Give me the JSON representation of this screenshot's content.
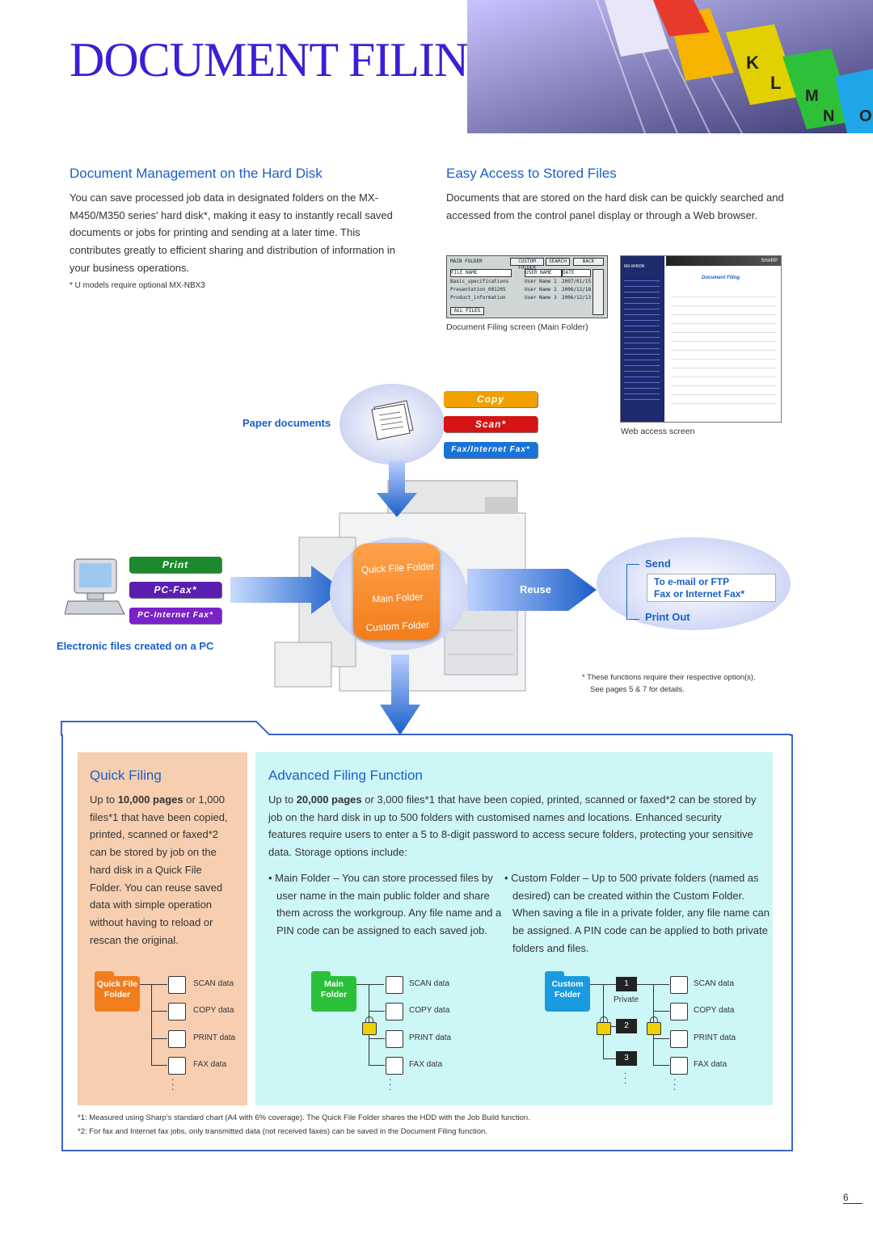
{
  "page_title": "DOCUMENT FILING",
  "banner_letters": [
    "K",
    "L",
    "M",
    "N",
    "O"
  ],
  "section_left": {
    "heading": "Document Management on the Hard Disk",
    "paragraph": "You can save processed job data in designated folders on the MX-M450/M350 series' hard disk*, making it easy to instantly recall saved documents or jobs for printing and sending at a later time. This contributes greatly to efficient sharing and distribution of information in your business operations.",
    "footnote": "* U models require optional MX-NBX3"
  },
  "section_right": {
    "heading": "Easy Access to Stored Files",
    "paragraph": "Documents that are stored on the hard disk can be quickly searched and accessed from the control panel display or through a Web browser.",
    "screen_caption": "Document Filing screen (Main Folder)",
    "web_caption": "Web access screen"
  },
  "panel_screen": {
    "main_folder": "MAIN FOLDER",
    "btn_custom": "CUSTOM FOLDER",
    "btn_search": "SEARCH",
    "btn_back": "BACK",
    "col_file": "FILE NAME",
    "col_user": "USER NAME",
    "col_date": "DATE",
    "rows": [
      {
        "file": "Basic_specifications",
        "user": "User Name 1",
        "date": "2007/01/15"
      },
      {
        "file": "Presentation_081205",
        "user": "User Name 2",
        "date": "2006/12/18"
      },
      {
        "file": "Product_information",
        "user": "User Name 3",
        "date": "2006/12/13"
      }
    ],
    "footer_btn": "ALL FILES"
  },
  "web_screen": {
    "brand": "SHARP",
    "page_heading": "Document Filing",
    "model": "MX-M450N"
  },
  "diagram": {
    "paper_documents": "Paper documents",
    "input_pills": [
      "Copy",
      "Scan*",
      "Fax/Internet Fax*"
    ],
    "pc_pills": [
      "Print",
      "PC-Fax*",
      "PC-Internet Fax*"
    ],
    "pc_label": "Electronic files created on a PC",
    "folders": [
      "Quick File Folder",
      "Main Folder",
      "Custom Folder"
    ],
    "reuse": "Reuse",
    "send": "Send",
    "send_options": "To e-mail or FTP",
    "send_options2": "Fax or Internet Fax*",
    "print_out": "Print Out",
    "note_line1": "* These functions require their respective option(s).",
    "note_line2": "See pages 5 & 7 for details."
  },
  "quick_filing": {
    "heading": "Quick Filing",
    "text_pre": "Up to ",
    "text_bold": "10,000 pages",
    "text_post": " or 1,000 files*1 that have been copied, printed, scanned or faxed*2 can be stored by job on the hard disk in a Quick File Folder. You can reuse saved data with simple operation without having to reload or rescan the original.",
    "folder_label": "Quick File Folder"
  },
  "advanced_filing": {
    "heading": "Advanced Filing Function",
    "text_pre": "Up to ",
    "text_bold": "20,000 pages",
    "text_post": " or 3,000 files*1 that have been copied, printed, scanned or faxed*2 can be stored by job on the hard disk in up to 500 folders with customised names and locations. Enhanced security features require users to enter a 5 to 8-digit password to access secure folders, protecting your sensitive data. Storage options include:",
    "bullet_main": "Main Folder – You can store processed files by user name in the main public folder and share them across the workgroup. Any file name and a PIN code can be assigned to each saved job.",
    "bullet_custom": "Custom Folder – Up to 500 private folders (named as desired) can be created within the Custom Folder. When saving a file in a private folder, any file name can be assigned. A PIN code can be applied to both private folders and files.",
    "main_folder_label": "Main Folder",
    "custom_folder_label": "Custom Folder",
    "private_label": "Private",
    "private_numbers": [
      "1",
      "2",
      "3"
    ]
  },
  "data_types": [
    "SCAN data",
    "COPY data",
    "PRINT data",
    "FAX data"
  ],
  "footnotes": [
    "*1: Measured using Sharp's standard chart (A4 with 6% coverage). The Quick File Folder shares the HDD with the Job Build function.",
    "*2: For fax and Internet fax jobs, only transmitted data (not received faxes) can be saved in the Document Filing function."
  ],
  "page_number": "6",
  "colors": {
    "title": "#3a1fd6",
    "heading_blue": "#1a5fc9",
    "copy_pill": "#f0a000",
    "scan_pill": "#d51515",
    "fax_pill": "#1a74d8",
    "print_pill": "#1c8a2c",
    "pcfax_pill": "#5a1fb0",
    "pcifax_pill": "#7a22c8",
    "quick_panel": "#f7cfb0",
    "advanced_panel": "#cdf6f6"
  }
}
